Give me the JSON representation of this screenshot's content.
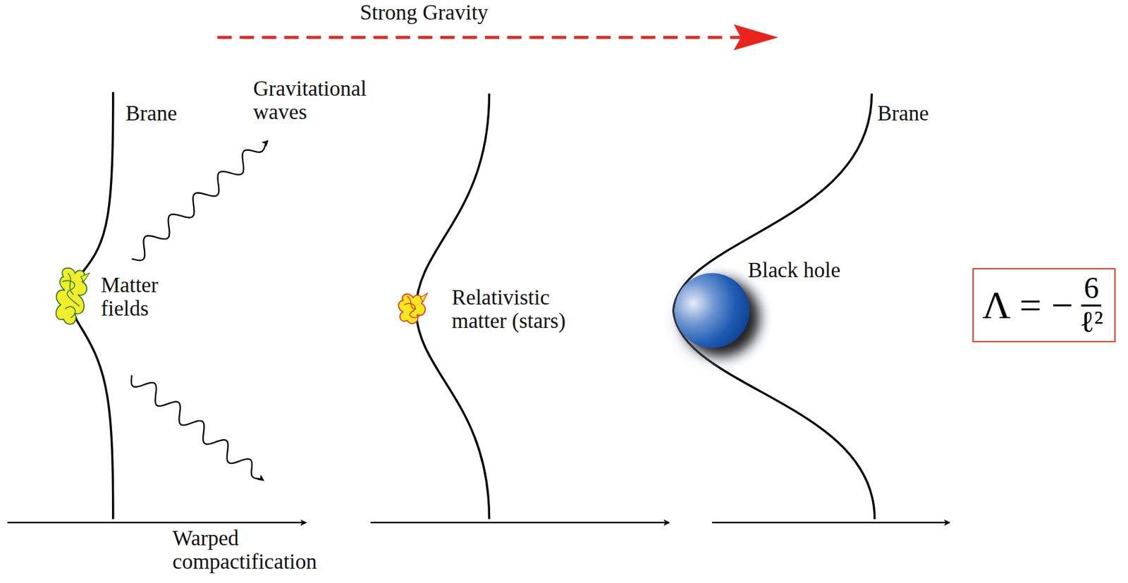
{
  "diagram": {
    "nodes": [
      {
        "text": [
          "Λ = −",
          "6",
          "ℓ²"
        ]
      }
    ],
    "labels": [
      "Strong Gravity",
      "Brane",
      "Gravitational waves",
      "Matter fields",
      "Relativistic matter (stars)",
      "Black hole",
      "Brane",
      "Warped compactification"
    ]
  }
}
